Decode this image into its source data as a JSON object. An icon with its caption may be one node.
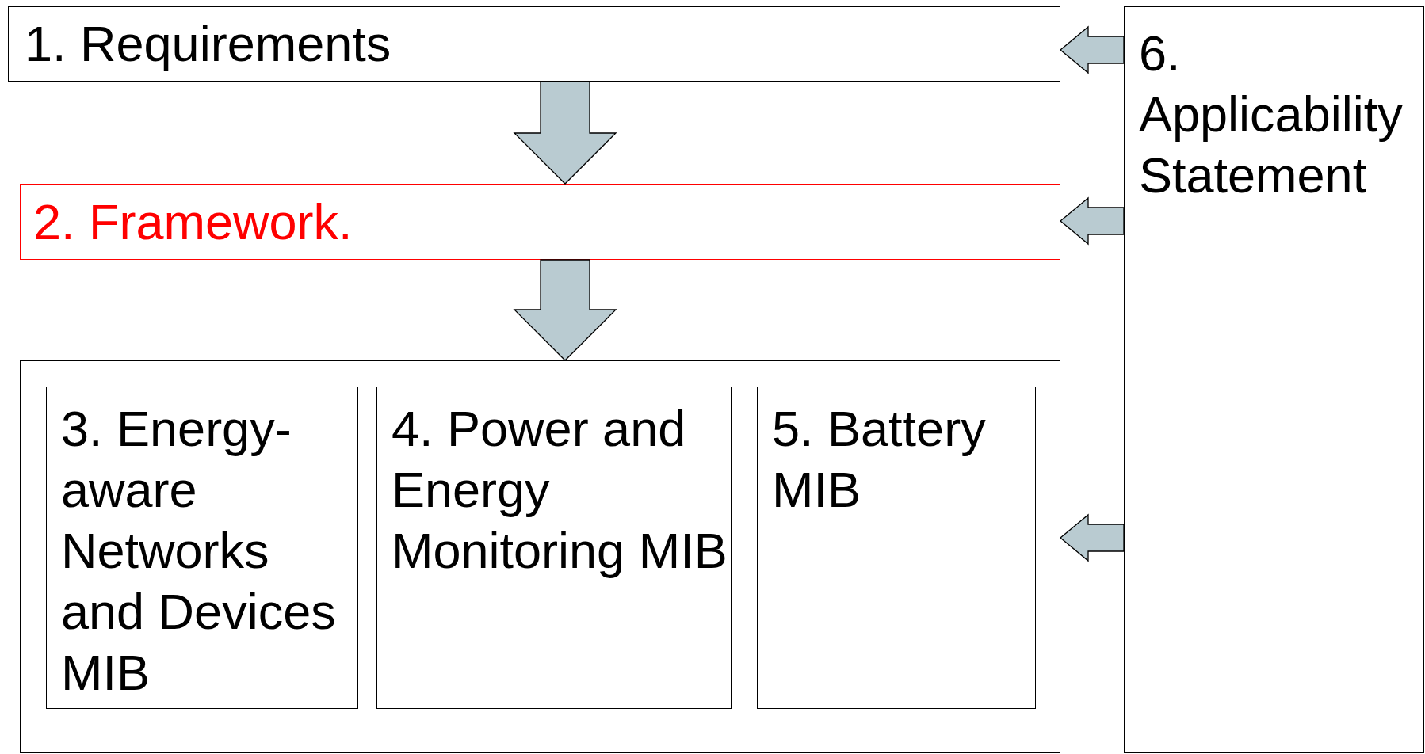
{
  "diagram": {
    "nodes": [
      {
        "text": [
          "1. Requirements"
        ]
      },
      {
        "text": [
          "2. Framework."
        ]
      },
      {
        "text": [],
        "shape": "box"
      },
      {
        "text": [
          "3. Energy-aware Networks and Devices MIB"
        ],
        "in": 2
      },
      {
        "text": [
          "4. Power and Energy Monitoring MIB"
        ],
        "in": 2
      },
      {
        "text": [
          "5. Battery MIB"
        ],
        "in": 2
      },
      {
        "text": [
          "6. Applicability Statement"
        ]
      }
    ],
    "edges": [
      {
        "from": 0,
        "to": 1,
        "arrow": "to"
      },
      {
        "from": 1,
        "to": 2,
        "arrow": "to"
      },
      {
        "from": 6,
        "to": 0,
        "arrow": "to"
      },
      {
        "from": 6,
        "to": 1,
        "arrow": "to",
        "color": "#ff0000"
      },
      {
        "from": 6,
        "to": 2,
        "arrow": "to"
      }
    ]
  }
}
